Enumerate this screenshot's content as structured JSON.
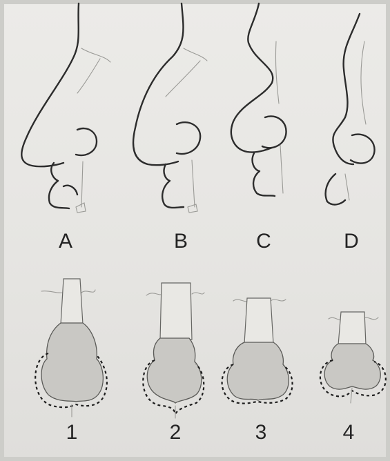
{
  "lateral_views": {
    "labels": [
      "A",
      "B",
      "C",
      "D"
    ]
  },
  "frontal_views": {
    "labels": [
      "1",
      "2",
      "3",
      "4"
    ]
  },
  "colors": {
    "ink": "#2c2c2c",
    "shade": "#c9c8c4",
    "paper": "#e9e8e5"
  }
}
